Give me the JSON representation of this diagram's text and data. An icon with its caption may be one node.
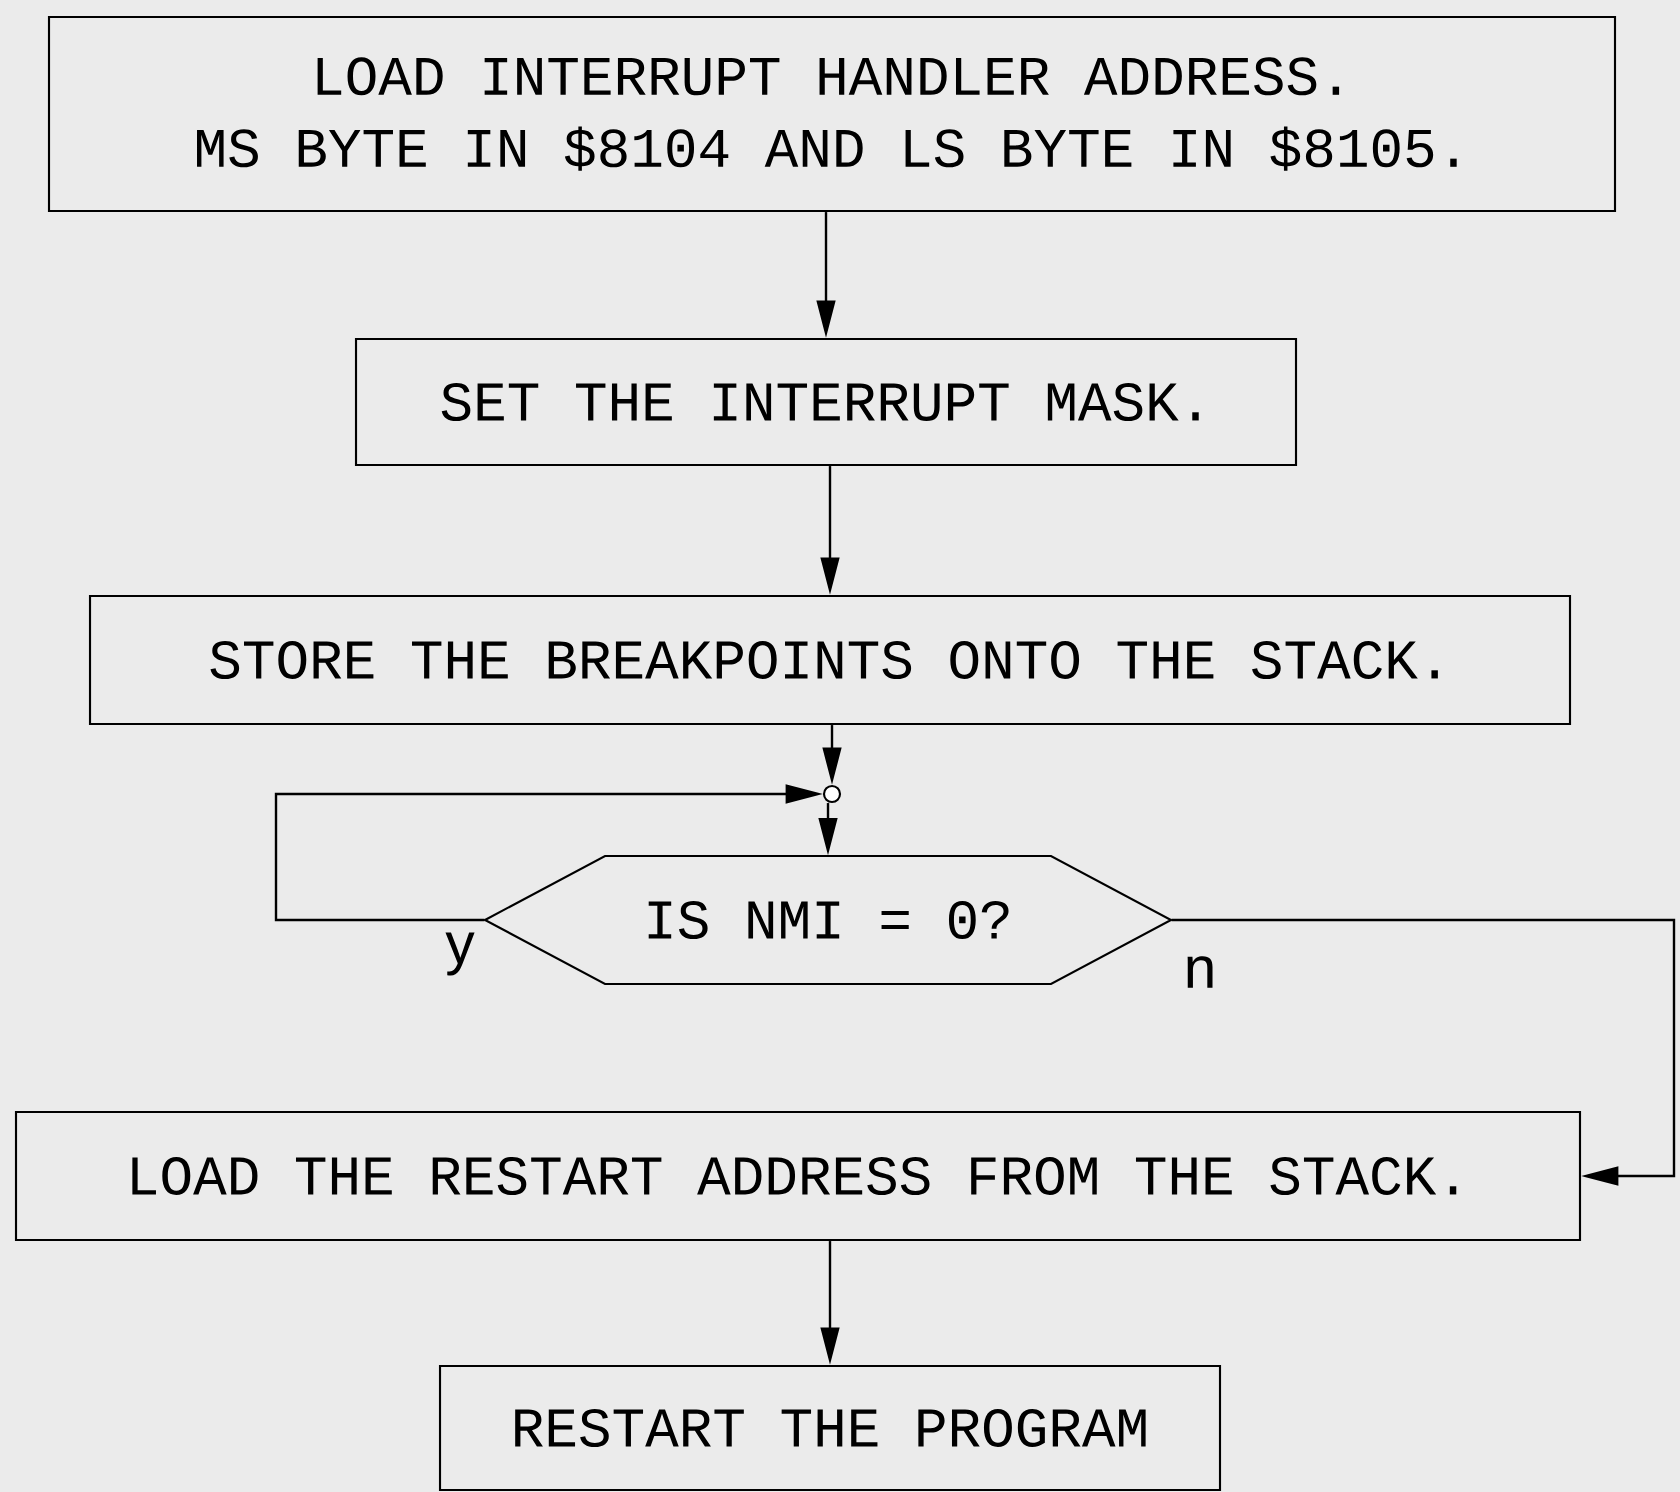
{
  "diagram": {
    "nodes": [
      {
        "text": [
          "LOAD INTERRUPT HANDLER ADDRESS.",
          "MS BYTE IN $8104 AND LS BYTE IN $8105."
        ]
      },
      {
        "text": [
          "SET THE INTERRUPT MASK."
        ]
      },
      {
        "text": [
          "STORE THE BREAKPOINTS ONTO THE STACK."
        ]
      },
      {
        "text": [],
        "shape": "circle"
      },
      {
        "text": [
          "IS NMI = 0?"
        ]
      },
      {
        "text": [
          "LOAD THE RESTART ADDRESS FROM THE STACK."
        ]
      },
      {
        "text": [
          "RESTART THE PROGRAM"
        ]
      }
    ],
    "edges": [
      {
        "from": 0,
        "to": 1,
        "arrow": "to"
      },
      {
        "from": 1,
        "to": 2,
        "arrow": "to"
      },
      {
        "from": 2,
        "to": 3,
        "arrow": "to"
      },
      {
        "from": 3,
        "to": 4,
        "arrow": "to"
      },
      {
        "from": 4,
        "to": 3,
        "arrow": "to",
        "label": "y"
      },
      {
        "from": 4,
        "to": 5,
        "arrow": "to",
        "label": "n"
      },
      {
        "from": 5,
        "to": 6,
        "arrow": "to"
      }
    ]
  }
}
